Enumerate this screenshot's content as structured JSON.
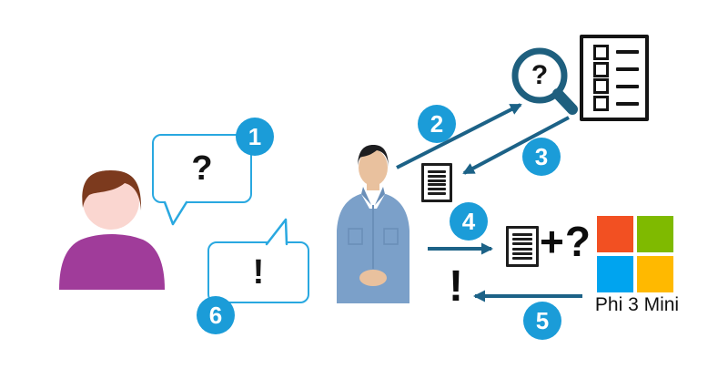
{
  "palette": {
    "badge_blue": "#1B9CD8",
    "bubble_border": "#29A8E0",
    "arrow_teal": "#1C6287",
    "magnifier_teal": "#1E5F7E",
    "user_hair": "#7C3A1E",
    "user_skin": "#FAD6D0",
    "user_body": "#A03C9A",
    "ms_red": "#F25022",
    "ms_green": "#7FBA00",
    "ms_blue": "#00A4EF",
    "ms_yellow": "#FFB900"
  },
  "steps": [
    "1",
    "2",
    "3",
    "4",
    "5",
    "6"
  ],
  "user": {
    "question_mark": "?",
    "answer_mark": "!"
  },
  "search": {
    "query_mark": "?"
  },
  "model": {
    "prompt_plus": "+?",
    "answer_mark": "!",
    "name": "Phi 3 Mini"
  },
  "icons": {
    "user": "person-icon",
    "presenter": "presenter-person",
    "magnifier": "search-question-icon",
    "knowledge_base": "checklist-document-icon",
    "retrieved_doc": "document-icon",
    "context_doc": "document-icon",
    "logo": "microsoft-logo"
  }
}
